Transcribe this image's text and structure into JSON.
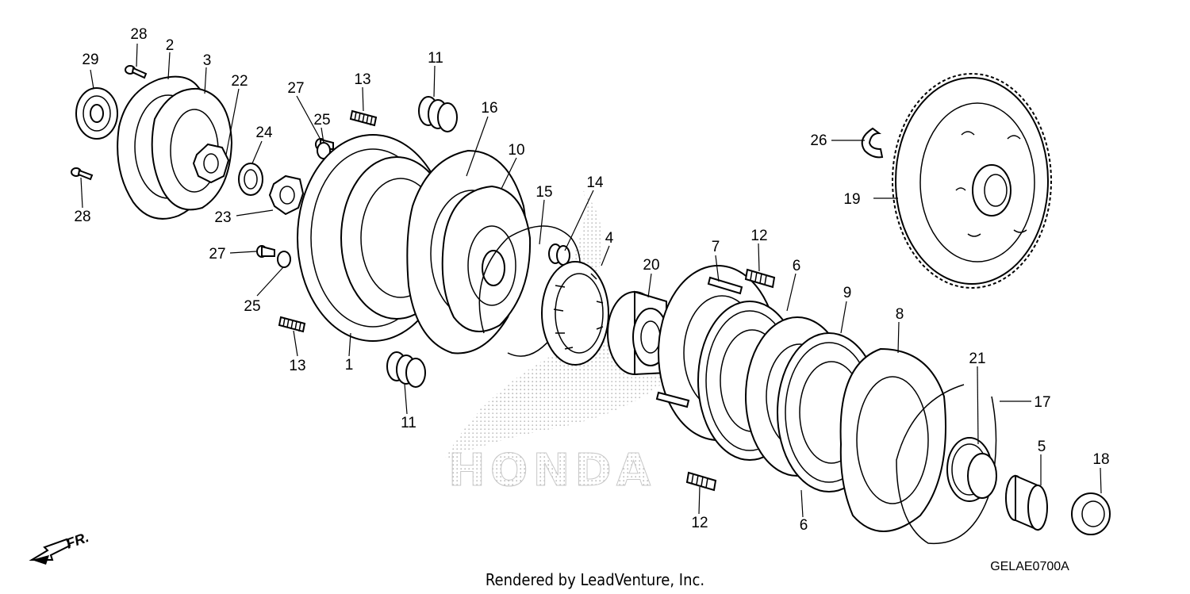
{
  "diagram": {
    "watermark": "HONDA",
    "credit": "Rendered by LeadVenture, Inc.",
    "diagram_code": "GELAE0700A",
    "direction_label": "FR.",
    "callouts": [
      {
        "id": "c29",
        "text": "29"
      },
      {
        "id": "c28a",
        "text": "28"
      },
      {
        "id": "c2",
        "text": "2"
      },
      {
        "id": "c3",
        "text": "3"
      },
      {
        "id": "c22",
        "text": "22"
      },
      {
        "id": "c28b",
        "text": "28"
      },
      {
        "id": "c24",
        "text": "24"
      },
      {
        "id": "c23",
        "text": "23"
      },
      {
        "id": "c27a",
        "text": "27"
      },
      {
        "id": "c25a",
        "text": "25"
      },
      {
        "id": "c13a",
        "text": "13"
      },
      {
        "id": "c27b",
        "text": "27"
      },
      {
        "id": "c25b",
        "text": "25"
      },
      {
        "id": "c13b",
        "text": "13"
      },
      {
        "id": "c1",
        "text": "1"
      },
      {
        "id": "c11a",
        "text": "11"
      },
      {
        "id": "c16",
        "text": "16"
      },
      {
        "id": "c10",
        "text": "10"
      },
      {
        "id": "c15",
        "text": "15"
      },
      {
        "id": "c14",
        "text": "14"
      },
      {
        "id": "c4",
        "text": "4"
      },
      {
        "id": "c11b",
        "text": "11"
      },
      {
        "id": "c20",
        "text": "20"
      },
      {
        "id": "c7",
        "text": "7"
      },
      {
        "id": "c12a",
        "text": "12"
      },
      {
        "id": "c6a",
        "text": "6"
      },
      {
        "id": "c9",
        "text": "9"
      },
      {
        "id": "c8",
        "text": "8"
      },
      {
        "id": "c12b",
        "text": "12"
      },
      {
        "id": "c6b",
        "text": "6"
      },
      {
        "id": "c21",
        "text": "21"
      },
      {
        "id": "c17",
        "text": "17"
      },
      {
        "id": "c5",
        "text": "5"
      },
      {
        "id": "c18",
        "text": "18"
      },
      {
        "id": "c26",
        "text": "26"
      },
      {
        "id": "c19",
        "text": "19"
      }
    ]
  }
}
